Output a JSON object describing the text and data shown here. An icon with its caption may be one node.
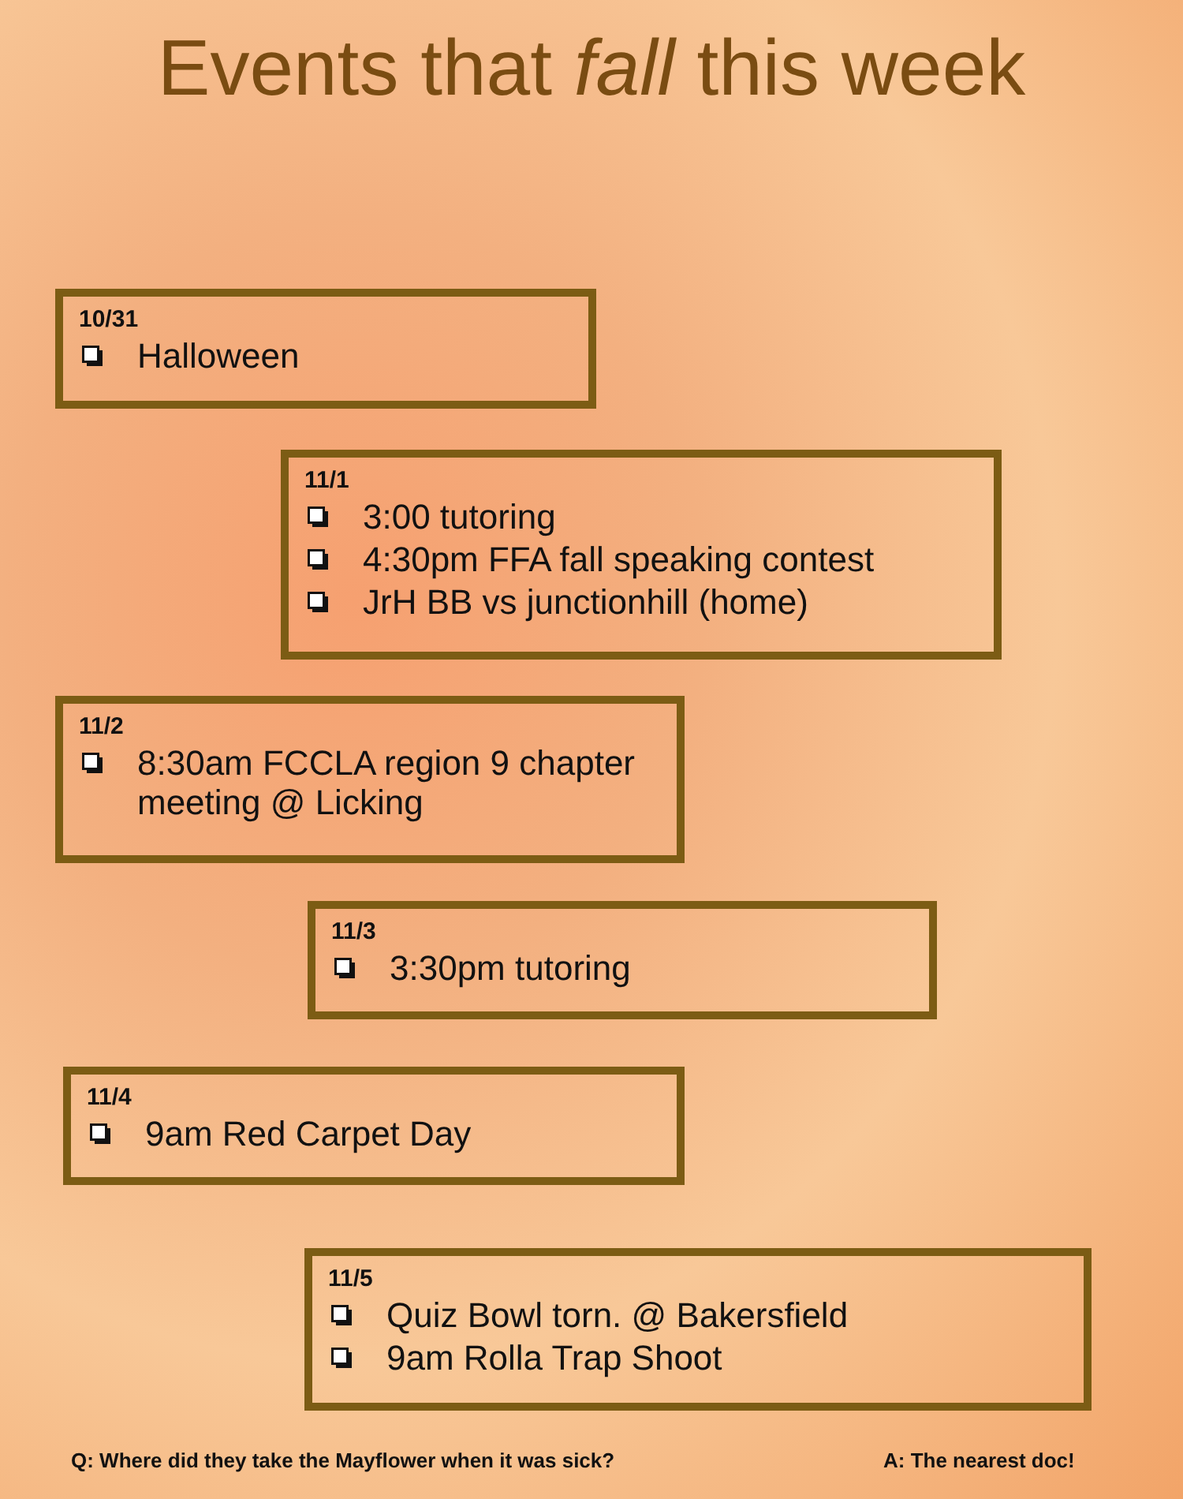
{
  "diagram": {
    "title": "Events that *fall* this week",
    "nodes": [
      {
        "text": [
          "10/31",
          "Halloween"
        ]
      },
      {
        "text": [
          "11/1",
          "3:00 tutoring",
          "4:30pm FFA fall speaking contest",
          "JrH BB vs junctionhill (home)"
        ]
      },
      {
        "text": [
          "11/2",
          "8:30am FCCLA region 9 chapter meeting @ Licking"
        ]
      },
      {
        "text": [
          "11/3",
          "3:30pm tutoring"
        ]
      },
      {
        "text": [
          "11/4",
          "9am Red Carpet Day"
        ]
      },
      {
        "text": [
          "11/5",
          "Quiz Bowl torn. @ Bakersfield",
          "9am Rolla Trap Shoot"
        ]
      }
    ],
    "edges": [],
    "labels": [
      "Q: Where did they take the Mayflower when it was sick?",
      "A: The nearest doc!"
    ]
  }
}
